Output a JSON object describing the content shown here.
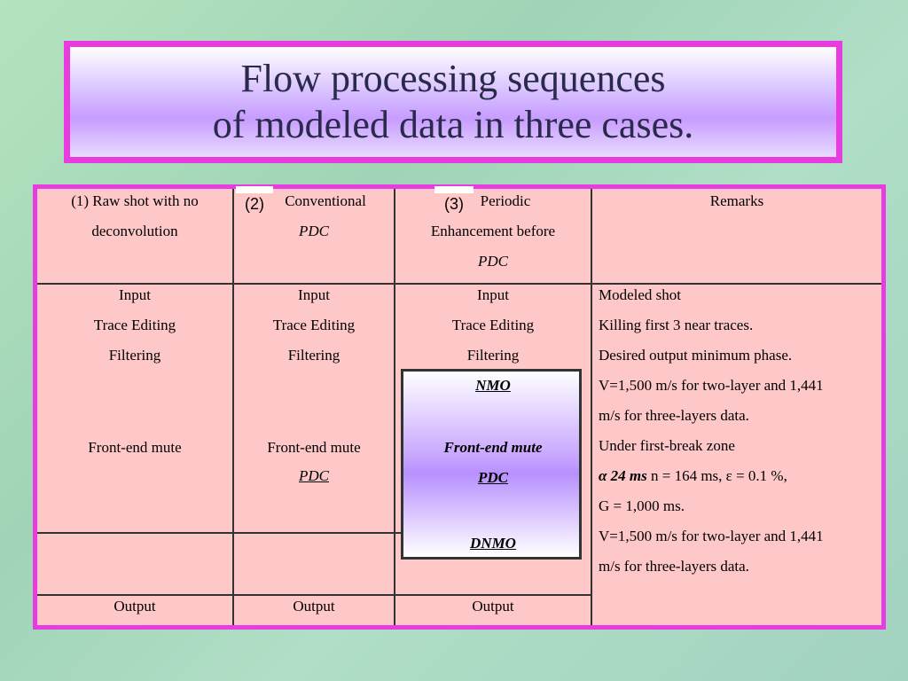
{
  "title": {
    "line1": "Flow processing sequences",
    "line2": "of modeled data in three cases."
  },
  "table": {
    "header": {
      "col1": [
        "(1) Raw shot with no",
        "deconvolution"
      ],
      "col2_num": "(2)",
      "col2": [
        "Conventional",
        "PDC"
      ],
      "col3_num": "(3)",
      "col3": [
        "Periodic",
        "Enhancement before",
        "PDC"
      ],
      "col4": "Remarks"
    },
    "col1": [
      "Input",
      "Trace Editing",
      "Filtering",
      "Front-end mute",
      "Output"
    ],
    "col2": [
      "Input",
      "Trace Editing",
      "Filtering",
      "Front-end mute",
      "PDC",
      "Output"
    ],
    "col3": [
      "Input",
      "Trace Editing",
      "Filtering",
      "NMO",
      "Front-end mute",
      "PDC",
      "DNMO",
      "Output"
    ],
    "remarks": [
      "Modeled shot",
      "Killing first 3 near traces.",
      "Desired output minimum phase.",
      "V=1,500 m/s for two-layer and 1,441",
      "m/s for three-layers data.",
      "Under first-break zone",
      "24 ms",
      " n = 164 ms, ε = 0.1 %,",
      "G = 1,000 ms.",
      "V=1,500 m/s for two-layer and 1,441",
      "m/s for three-layers data."
    ],
    "alpha_symbol": "α"
  },
  "colors": {
    "frame": "#e83be0",
    "table_bg": "#ffc8c8",
    "highlight": "#c9a8ff"
  }
}
